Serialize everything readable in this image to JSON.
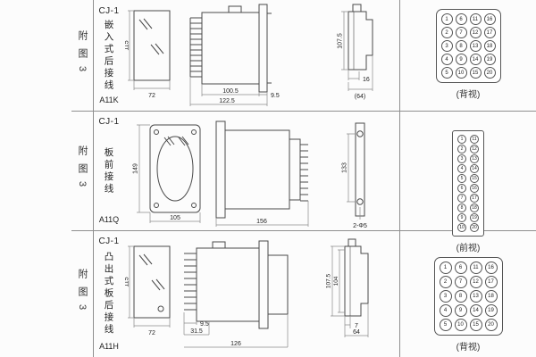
{
  "page": {
    "background": "#fcfcfc",
    "ink": "#4a4a4a"
  },
  "rows": [
    {
      "fig": "附图3",
      "model": "CJ-1",
      "mount": "嵌入式后接线",
      "code": "A11K",
      "caption": "(背视)",
      "dims": {
        "front_h": "115",
        "front_w": "72",
        "body_d": "100.5",
        "total_d": "122.5",
        "flange": "9.5",
        "panel_h": "107.5",
        "panel_w1": "16",
        "panel_w2": "(64)"
      },
      "terminals": [
        "1",
        "6",
        "11",
        "16",
        "2",
        "7",
        "12",
        "17",
        "3",
        "8",
        "13",
        "18",
        "4",
        "9",
        "14",
        "19",
        "5",
        "10",
        "15",
        "20"
      ]
    },
    {
      "fig": "附图3",
      "model": "CJ-1",
      "mount": "板前接线",
      "code": "A11Q",
      "caption": "(前视)",
      "dims": {
        "front_h": "149",
        "front_w": "105",
        "total_d": "156",
        "hole_span": "133",
        "hole_note": "2-Φ5"
      },
      "terminals": [
        "1",
        "11",
        "2",
        "12",
        "3",
        "13",
        "4",
        "14",
        "5",
        "15",
        "6",
        "16",
        "7",
        "17",
        "8",
        "18",
        "9",
        "19",
        "10",
        "20"
      ]
    },
    {
      "fig": "附图3",
      "model": "CJ-1",
      "mount": "凸出式板后接线",
      "code": "A11H",
      "caption": "(背视)",
      "dims": {
        "front_h": "115",
        "front_w": "72",
        "pin_pitch": "9.5",
        "pin_len": "31.5",
        "total_d": "126",
        "panel_h1": "107.5",
        "panel_h2": "104",
        "panel_w1": "7",
        "panel_w2": "64"
      },
      "terminals": [
        "1",
        "6",
        "11",
        "16",
        "2",
        "7",
        "12",
        "17",
        "3",
        "8",
        "13",
        "18",
        "4",
        "9",
        "14",
        "19",
        "5",
        "10",
        "15",
        "20"
      ]
    }
  ]
}
